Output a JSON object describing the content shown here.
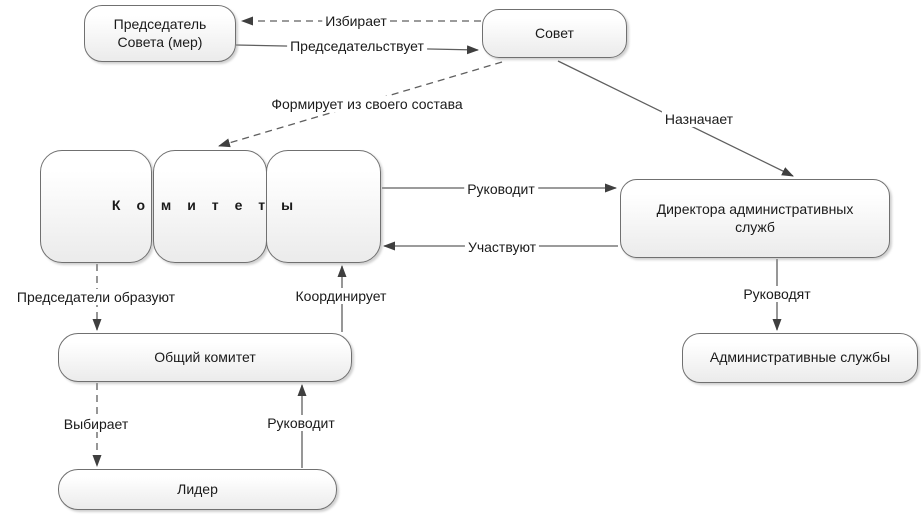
{
  "diagram": {
    "nodes": {
      "chairman": {
        "line1": "Председатель",
        "line2": "Совета (мер)"
      },
      "council": {
        "label": "Совет"
      },
      "committees": {
        "label": "Комитеты"
      },
      "directors": {
        "line1": "Директора административных",
        "line2": "служб"
      },
      "general_committee": {
        "label": "Общий комитет"
      },
      "admin_services": {
        "label": "Административные службы"
      },
      "leader": {
        "label": "Лидер"
      }
    },
    "edges": {
      "elects": {
        "label": "Избирает",
        "style": "dashed",
        "from": "council",
        "to": "chairman"
      },
      "chairs": {
        "label": "Председательствует",
        "style": "solid",
        "from": "chairman",
        "to": "council"
      },
      "forms": {
        "label": "Формирует из своего состава",
        "style": "dashed",
        "from": "council",
        "to": "committees"
      },
      "appoints": {
        "label": "Назначает",
        "style": "solid",
        "from": "council",
        "to": "directors"
      },
      "manages_directors": {
        "label": "Руководит",
        "style": "solid",
        "from": "committees",
        "to": "directors"
      },
      "participate": {
        "label": "Участвуют",
        "style": "solid",
        "from": "directors",
        "to": "committees"
      },
      "chairmen_form": {
        "label": "Председатели образуют",
        "style": "dashed",
        "from": "committees",
        "to": "general_committee"
      },
      "coordinates": {
        "label": "Координирует",
        "style": "solid",
        "from": "general_committee",
        "to": "committees"
      },
      "manage_services": {
        "label": "Руководят",
        "style": "solid",
        "from": "directors",
        "to": "admin_services"
      },
      "selects": {
        "label": "Выбирает",
        "style": "dashed",
        "from": "general_committee",
        "to": "leader"
      },
      "manages_general": {
        "label": "Руководит",
        "style": "solid",
        "from": "leader",
        "to": "general_committee"
      }
    },
    "colors": {
      "background": "#ffffff",
      "line": "#5f5f5f",
      "arrowhead": "#3f3f3f",
      "node_border": "#707070",
      "node_fill_top": "#ffffff",
      "node_fill_bottom": "#ebebeb",
      "text": "#1a1a1a"
    }
  }
}
